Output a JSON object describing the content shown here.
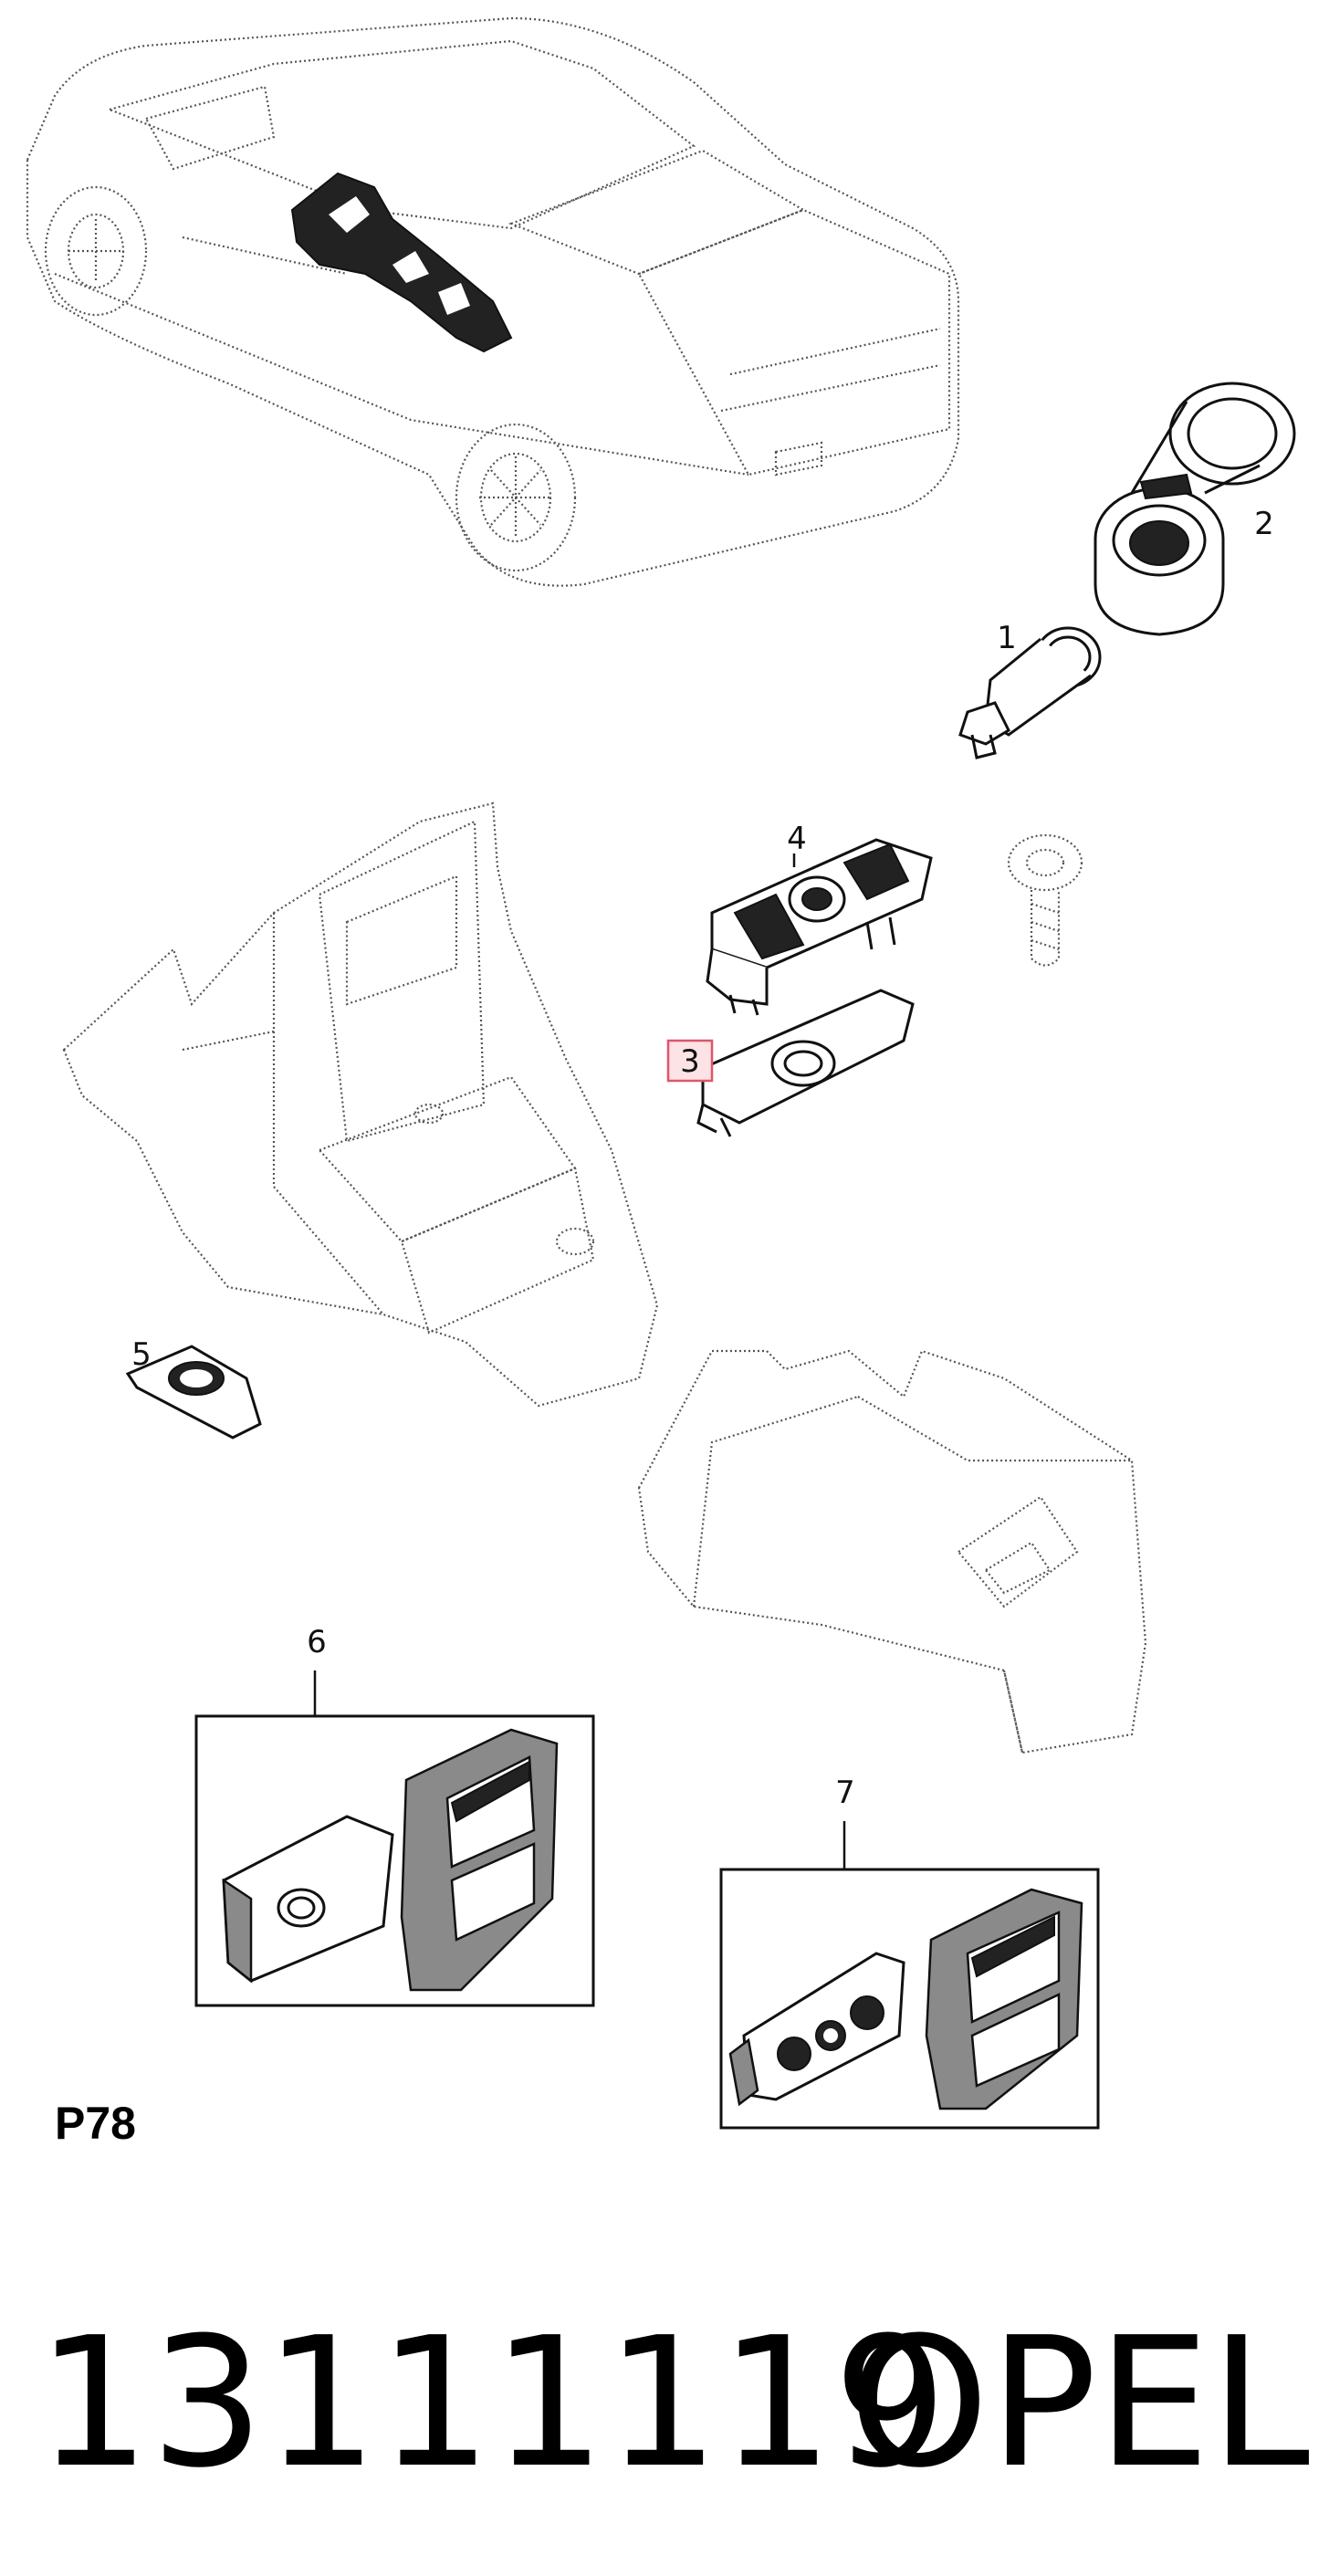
{
  "callouts": [
    {
      "id": "1",
      "label": "1"
    },
    {
      "id": "2",
      "label": "2"
    },
    {
      "id": "3",
      "label": "3",
      "highlighted": true
    },
    {
      "id": "4",
      "label": "4"
    },
    {
      "id": "5",
      "label": "5"
    },
    {
      "id": "6",
      "label": "6"
    },
    {
      "id": "7",
      "label": "7"
    }
  ],
  "sheet_code": "P78",
  "footer": {
    "part_number": "13111119",
    "brand": "OPEL"
  },
  "colors": {
    "highlight_fill": "#fbe3e6",
    "highlight_stroke": "#e0556a",
    "line": "#111111"
  }
}
